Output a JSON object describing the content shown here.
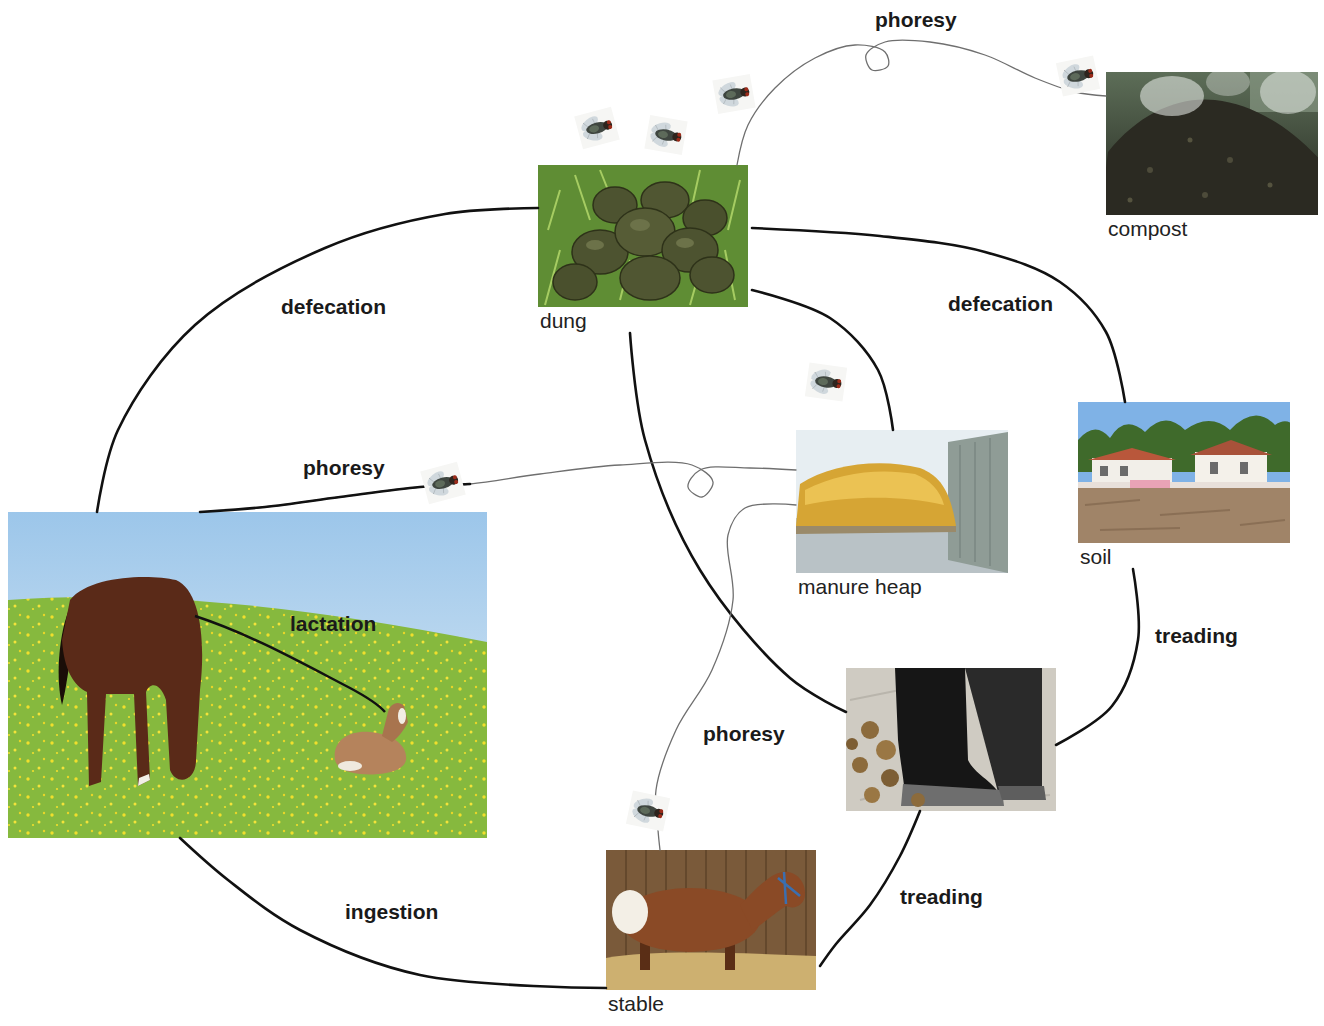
{
  "diagram": {
    "nodes": [
      {
        "text": [
          "compost"
        ]
      },
      {
        "text": [
          "dung"
        ]
      },
      {
        "text": [
          "soil"
        ]
      },
      {
        "text": [
          "manure heap"
        ]
      },
      {
        "text": []
      },
      {
        "text": []
      },
      {
        "text": [
          "stable"
        ]
      }
    ],
    "edges": [
      {
        "from": 4,
        "to": 1,
        "arrow": "none",
        "label": "defecation"
      },
      {
        "from": 1,
        "to": 2,
        "arrow": "none",
        "label": "defecation"
      },
      {
        "from": 2,
        "to": 5,
        "arrow": "none",
        "label": "treading"
      },
      {
        "from": 5,
        "to": 6,
        "arrow": "none",
        "label": "treading"
      },
      {
        "from": 6,
        "to": 4,
        "arrow": "none",
        "label": "ingestion"
      },
      {
        "from": 1,
        "to": 5,
        "arrow": "none"
      },
      {
        "from": 1,
        "to": 3,
        "arrow": "none"
      },
      {
        "from": 1,
        "to": 0,
        "arrow": "none",
        "label": "phoresy"
      },
      {
        "from": 3,
        "to": 4,
        "arrow": "none",
        "label": "phoresy"
      },
      {
        "from": 3,
        "to": 6,
        "arrow": "none",
        "label": "phoresy"
      }
    ],
    "labels": [
      "lactation"
    ]
  }
}
